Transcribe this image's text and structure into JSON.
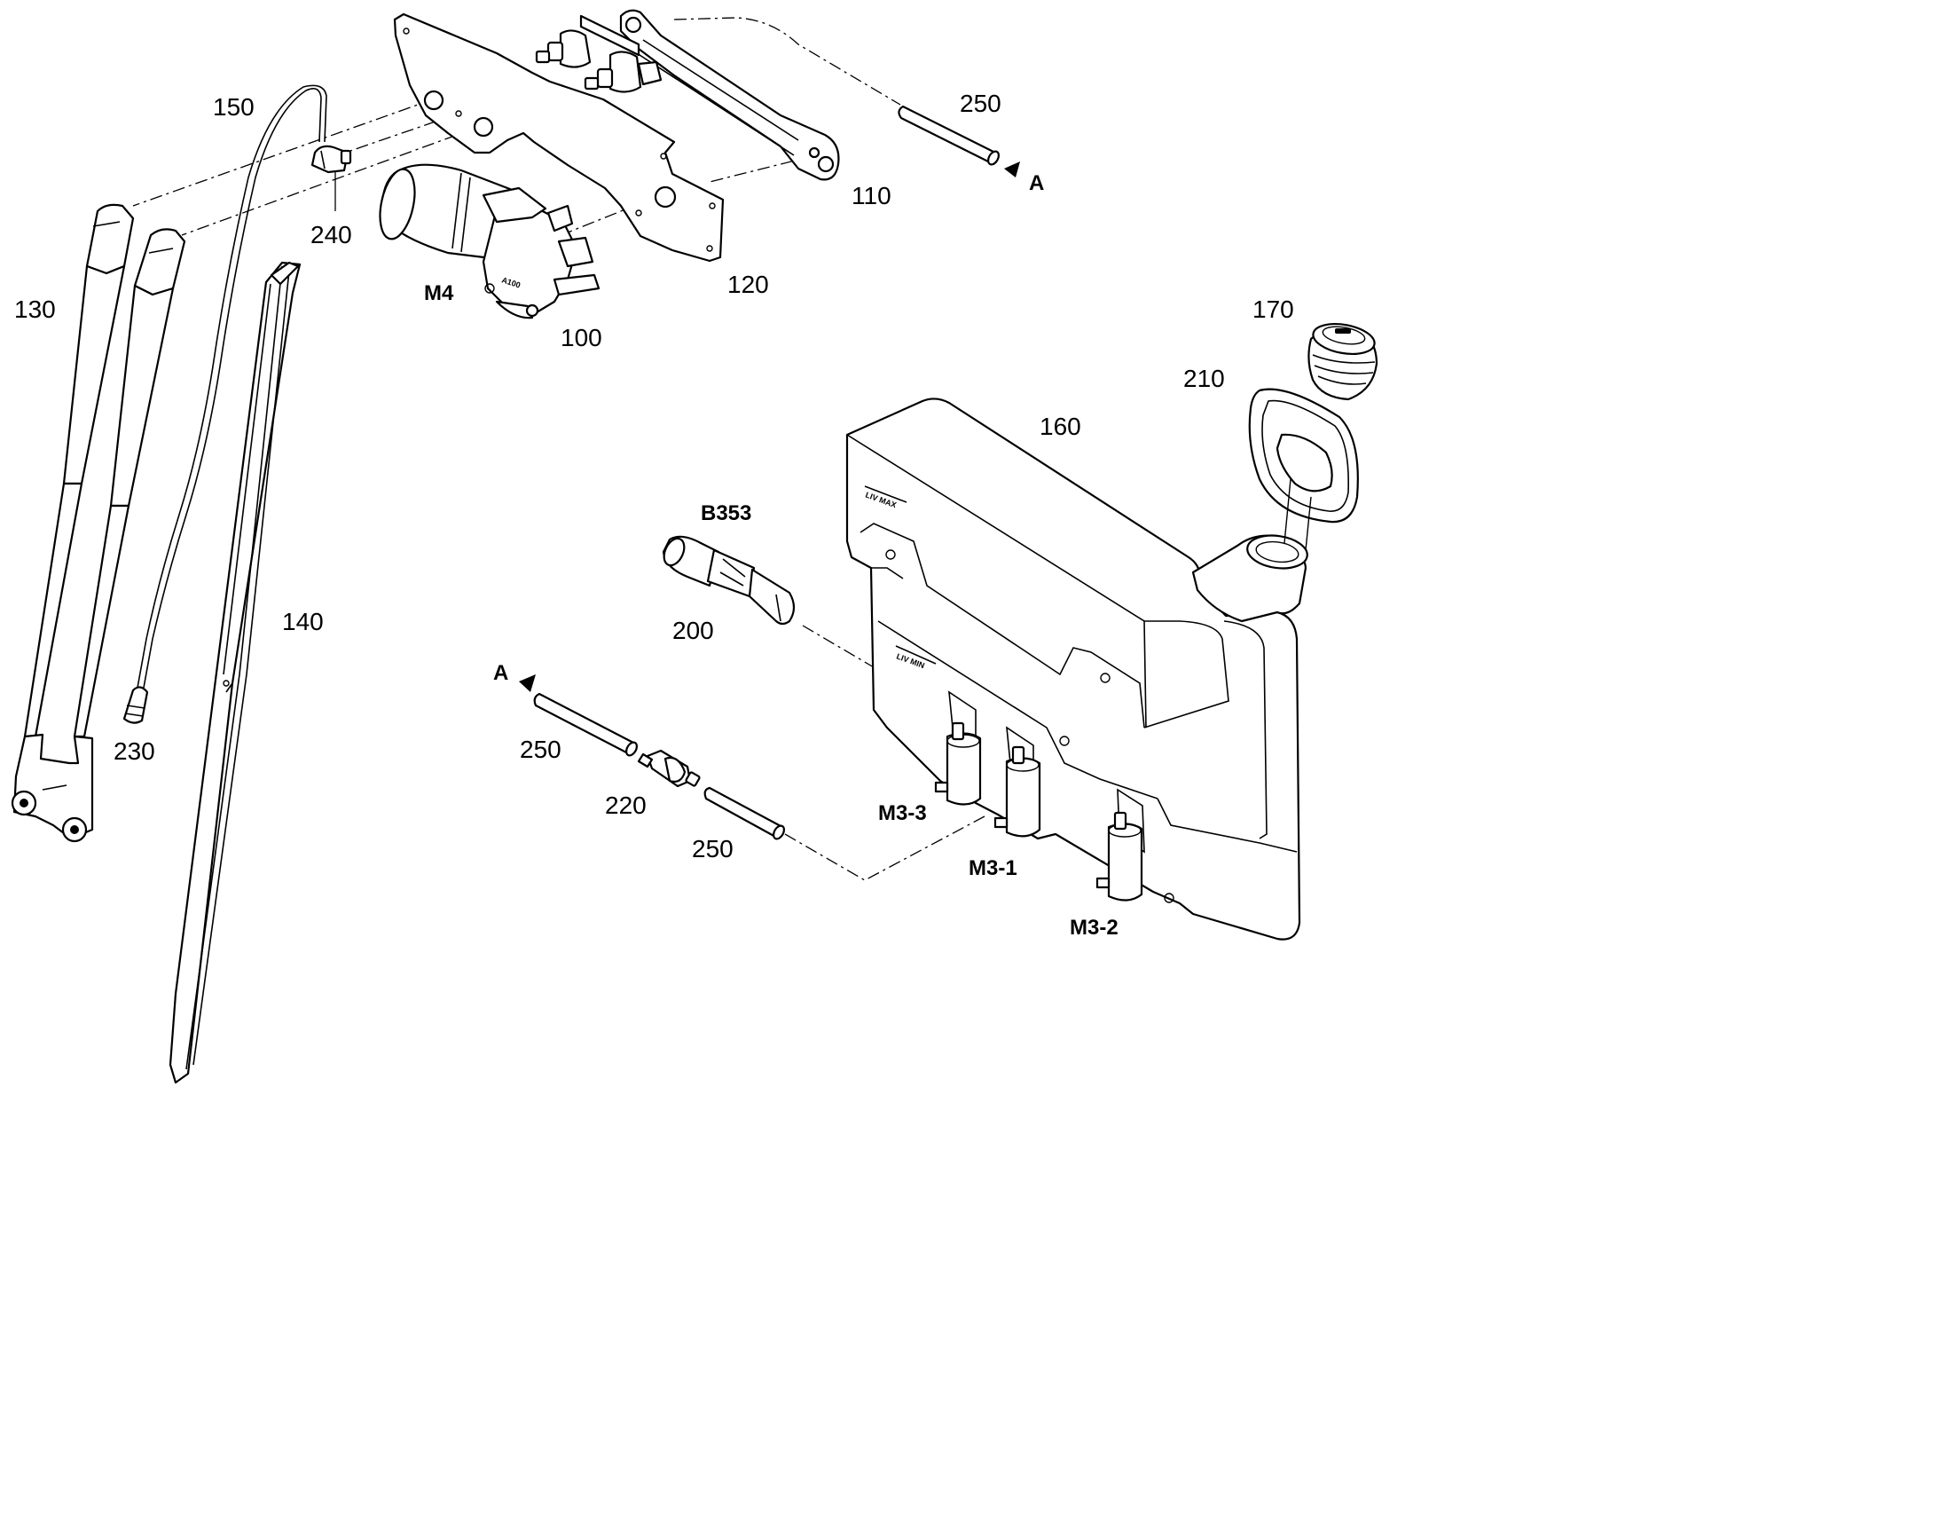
{
  "labels": {
    "l100": "100",
    "l110": "110",
    "l120": "120",
    "l130": "130",
    "l140": "140",
    "l150": "150",
    "l160": "160",
    "l170": "170",
    "l200": "200",
    "l210": "210",
    "l220": "220",
    "l230": "230",
    "l240": "240",
    "l250a": "250",
    "l250b": "250",
    "l250c": "250",
    "m4": "M4",
    "b353": "B353",
    "m3_1": "M3-1",
    "m3_2": "M3-2",
    "m3_3": "M3-3",
    "arrowA1": "A",
    "arrowA2": "A"
  },
  "markings": {
    "motor": "A100",
    "tank_max": "LIV MAX",
    "tank_min": "LIV MIN"
  }
}
